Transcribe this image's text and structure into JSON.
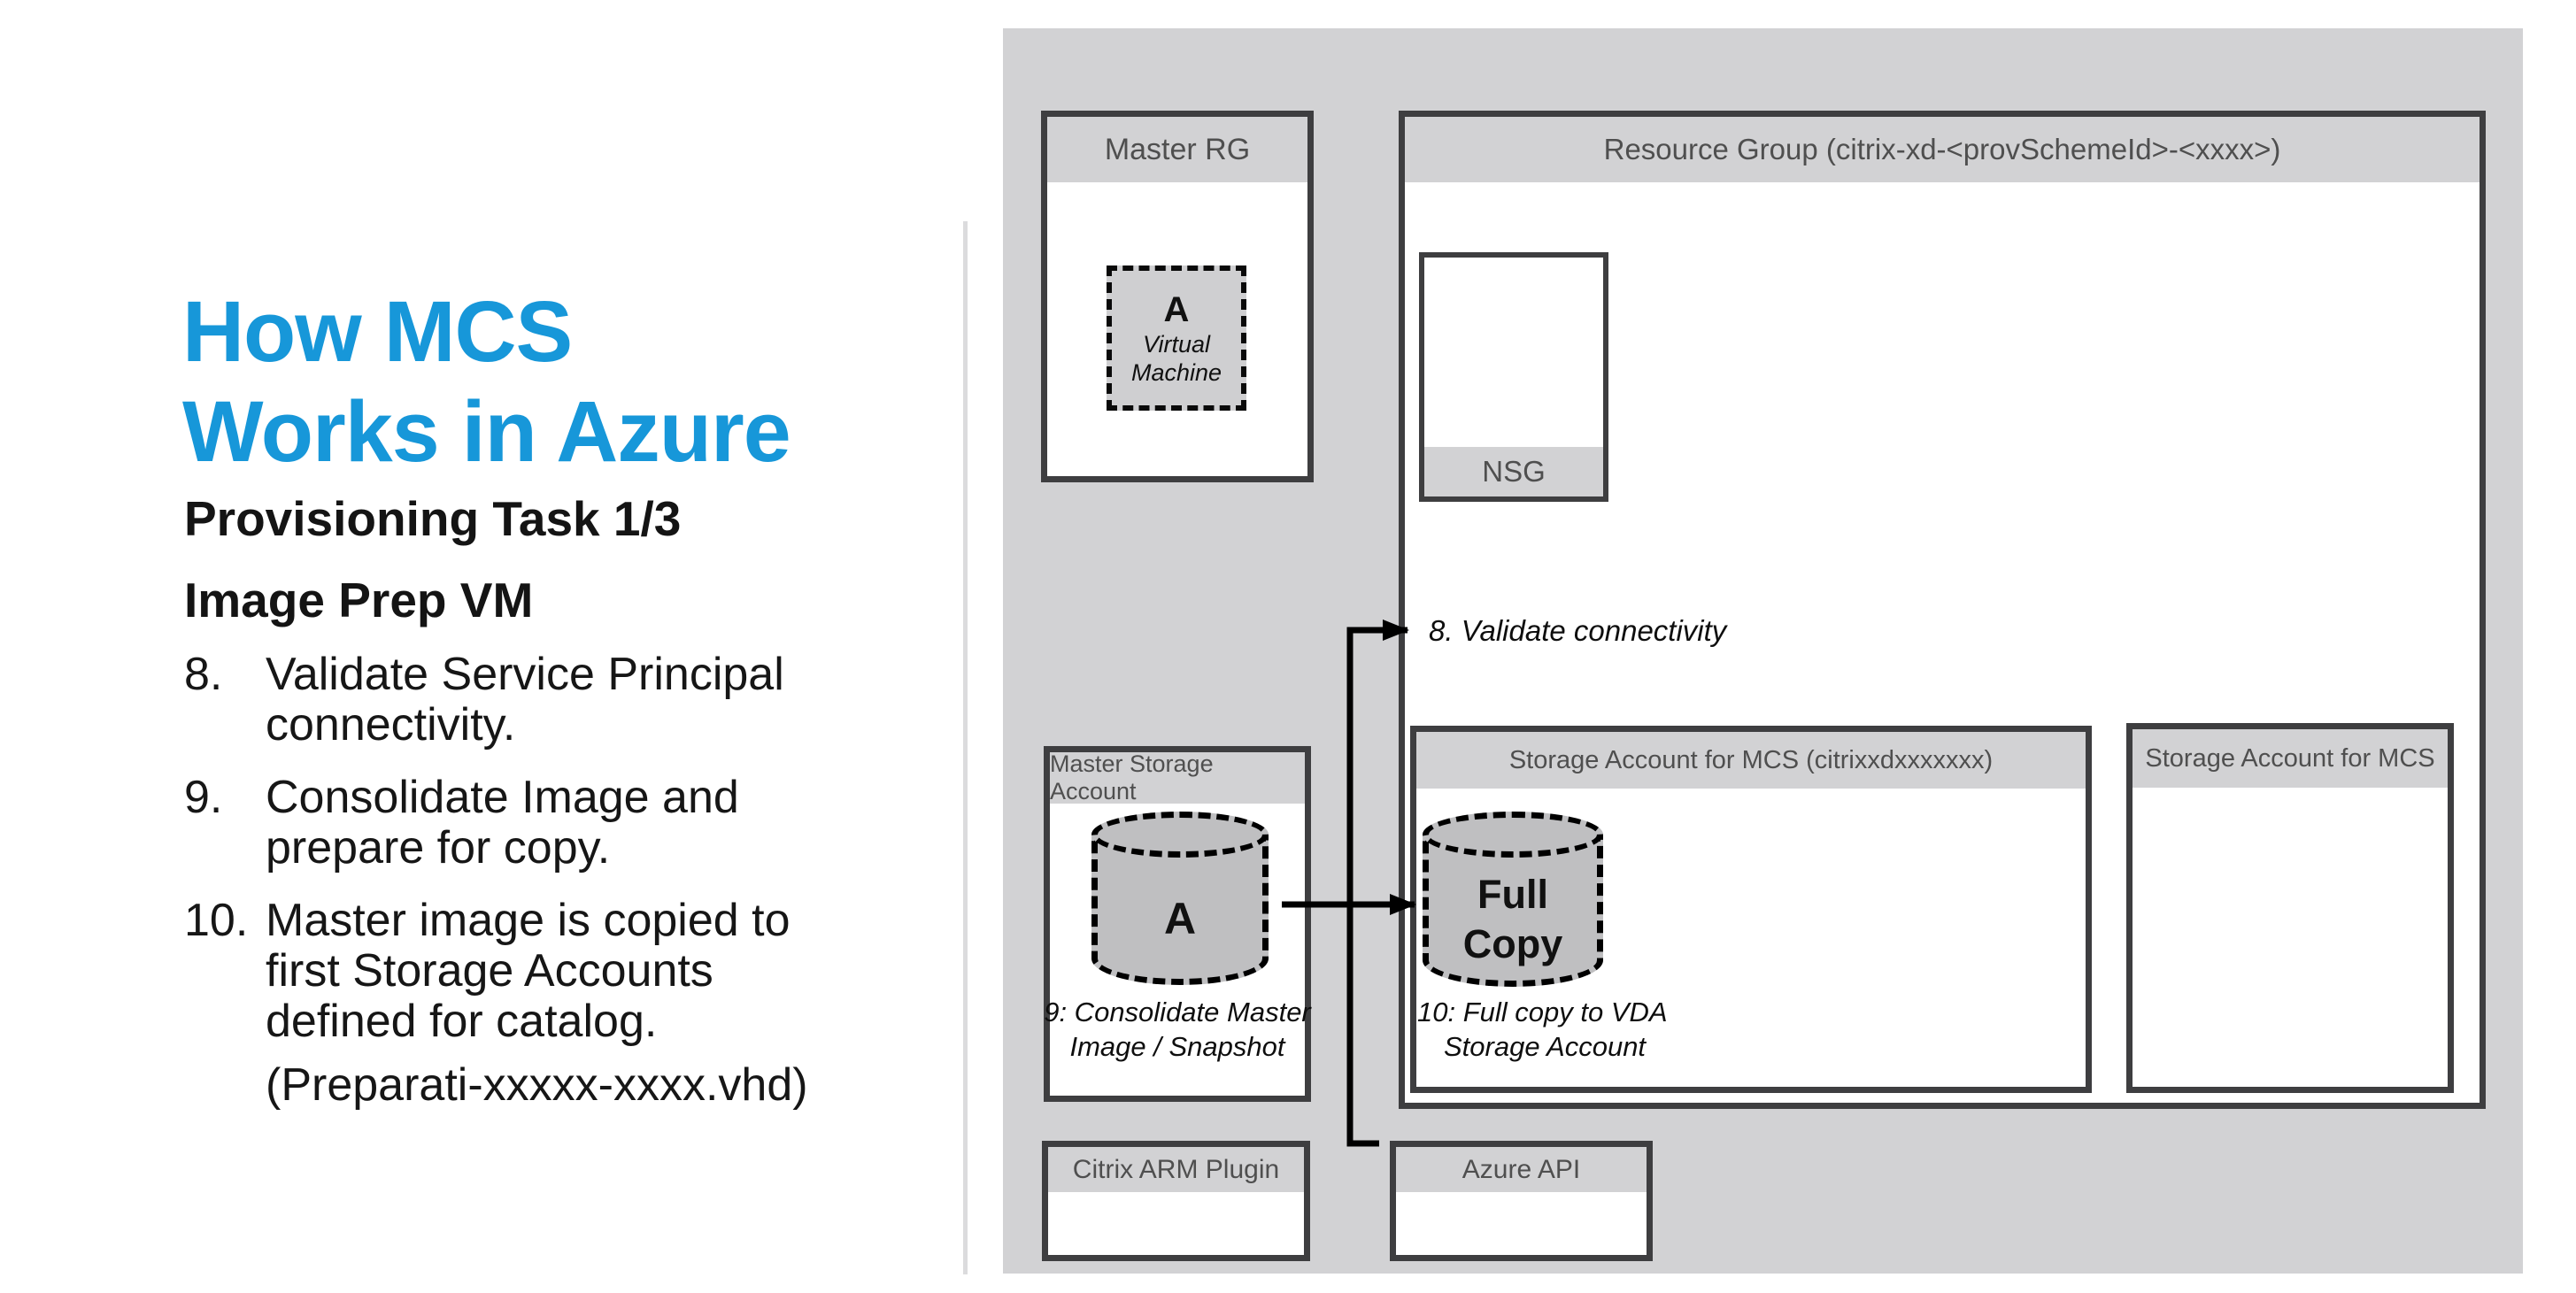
{
  "slide": {
    "title_lines": [
      "How MCS",
      "Works in Azure"
    ],
    "subtitle1": "Provisioning Task 1/3",
    "subtitle2": "Image Prep VM",
    "list": [
      {
        "num": "8.",
        "lines": [
          "Validate Service Principal",
          "connectivity."
        ]
      },
      {
        "num": "9.",
        "lines": [
          "Consolidate Image and",
          "prepare for copy."
        ]
      },
      {
        "num": "10.",
        "lines": [
          "Master image is copied to",
          "first Storage Accounts",
          "defined for catalog."
        ]
      }
    ],
    "note": "(Preparati-xxxxx-xxxx.vhd)"
  },
  "diagram": {
    "master_rg": {
      "title": "Master RG",
      "vm_letter": "A",
      "vm_label_lines": [
        "Virtual",
        "Machine"
      ]
    },
    "resource_group": {
      "title": "Resource Group (citrix-xd-<provSchemeId>-<xxxx>)"
    },
    "nsg_label": "NSG",
    "validate_label": "8. Validate connectivity",
    "master_storage": {
      "title": "Master Storage Account",
      "cylinder_letter": "A",
      "caption_lines": [
        "9: Consolidate Master",
        "Image / Snapshot"
      ]
    },
    "storage_mcs": {
      "title": "Storage Account for MCS (citrixxdxxxxxxx)",
      "cylinder_lines": [
        "Full",
        "Copy"
      ],
      "caption_lines": [
        "10: Full copy to VDA",
        "Storage Account"
      ]
    },
    "storage_mcs_right": {
      "title": "Storage Account for MCS"
    },
    "citrix_arm": {
      "title": "Citrix ARM Plugin"
    },
    "azure_api": {
      "title": "Azure API"
    }
  },
  "colors": {
    "title_blue": "#1797d9",
    "diagram_bg": "#d2d2d4",
    "box_border": "#3e3e40",
    "cylinder_fill": "#bfbfc1",
    "vm_fill": "#cfcfd1",
    "band_text": "#4f4f4f",
    "connector": "#000000"
  }
}
